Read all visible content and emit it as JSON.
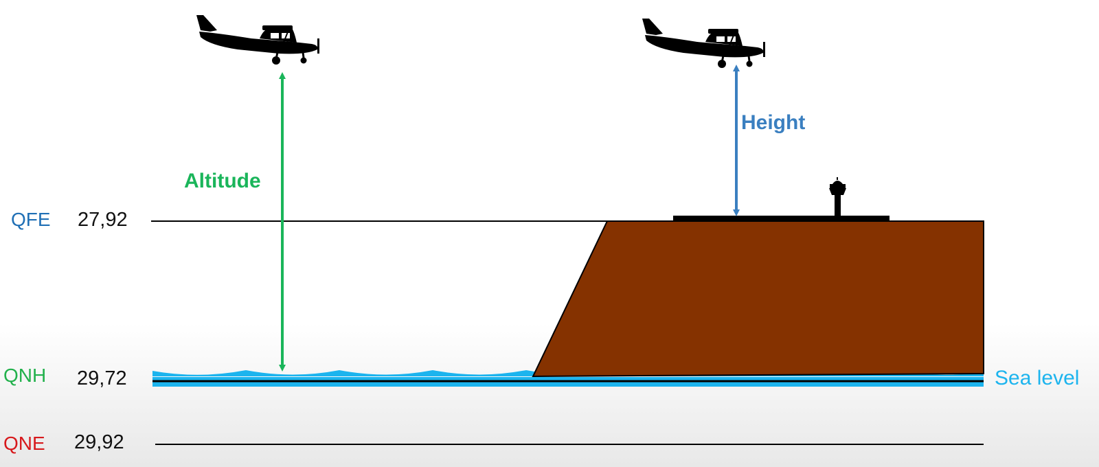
{
  "levels": [
    {
      "code": "QFE",
      "value": "27,92",
      "color": "#1f6fb5"
    },
    {
      "code": "QNH",
      "value": "29,72",
      "color": "#22b14c"
    },
    {
      "code": "QNE",
      "value": "29,92",
      "color": "#d7191c"
    }
  ],
  "labels": {
    "altitude": "Altitude",
    "height": "Height",
    "sea_level": "Sea level"
  },
  "colors": {
    "altitude": "#1ab55a",
    "height": "#3a7fc0",
    "sea": "#1cb4ee",
    "terrain": "#853200",
    "aircraft": "#000000",
    "line": "#000000"
  },
  "icons": [
    "airplane-icon",
    "airplane-icon",
    "control-tower-icon"
  ]
}
